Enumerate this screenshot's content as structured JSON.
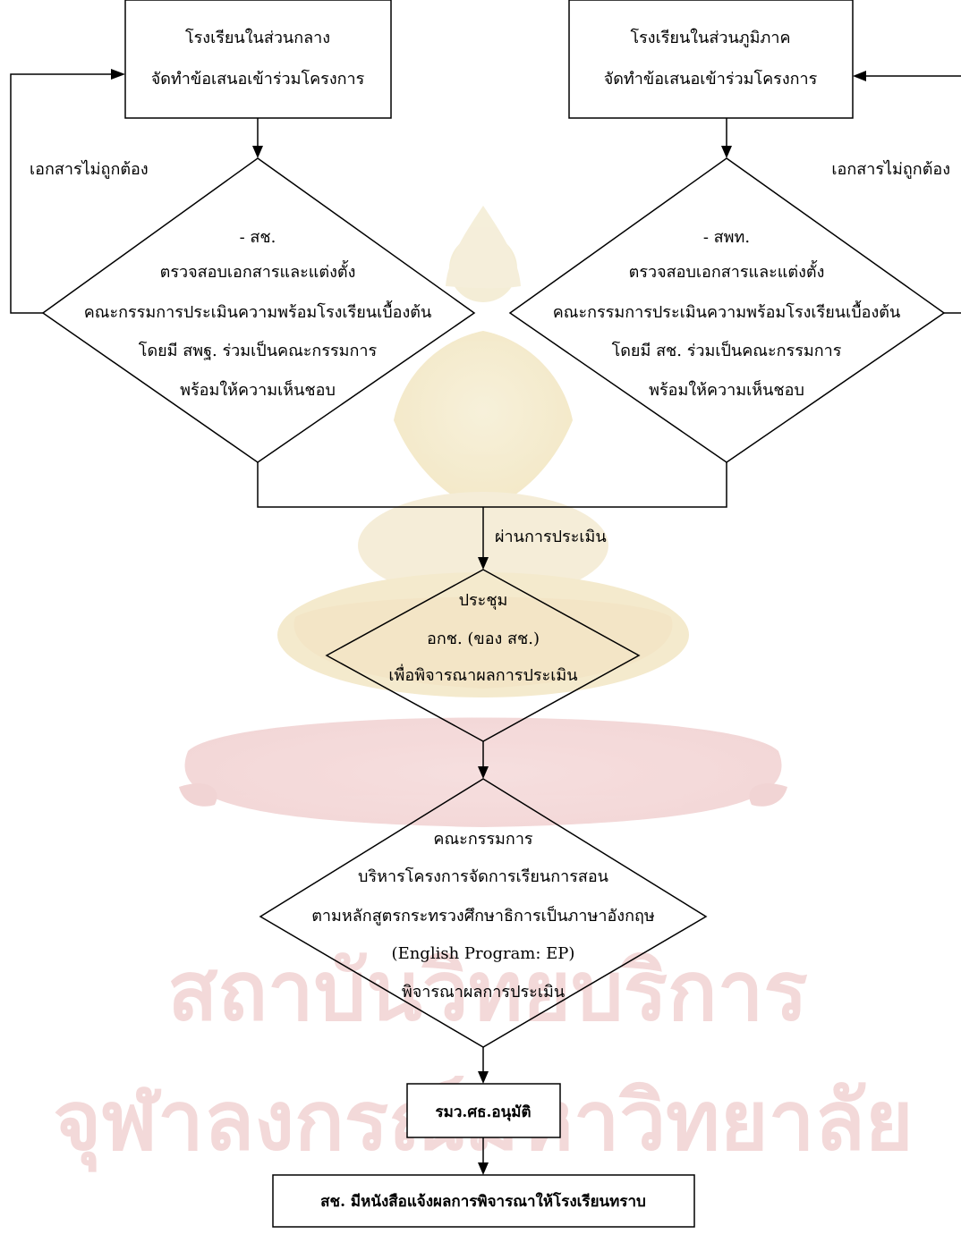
{
  "watermark": {
    "line1": "สถาบันวิทยบริการ",
    "line2": "จุฬาลงกรณ์มหาวิทยาลัย",
    "color": "#f3d9d9",
    "emblem_color": "#f2ead0"
  },
  "nodes": {
    "central_school": {
      "line1": "โรงเรียนในส่วนกลาง",
      "line2": "จัดทำข้อเสนอเข้าร่วมโครงการ"
    },
    "regional_school": {
      "line1": "โรงเรียนในส่วนภูมิภาค",
      "line2": "จัดทำข้อเสนอเข้าร่วมโครงการ"
    },
    "central_review": {
      "line1": "- สช.",
      "line2": "ตรวจสอบเอกสารและแต่งตั้ง",
      "line3": "คณะกรรมการประเมินความพร้อมโรงเรียนเบื้องต้น",
      "line4": "โดยมี สพฐ. ร่วมเป็นคณะกรรมการ",
      "line5": "พร้อมให้ความเห็นชอบ"
    },
    "regional_review": {
      "line1": "- สพท.",
      "line2": "ตรวจสอบเอกสารและแต่งตั้ง",
      "line3": "คณะกรรมการประเมินความพร้อมโรงเรียนเบื้องต้น",
      "line4": "โดยมี สช. ร่วมเป็นคณะกรรมการ",
      "line5": "พร้อมให้ความเห็นชอบ"
    },
    "meeting": {
      "line1": "ประชุม",
      "line2": "อกช. (ของ สช.)",
      "line3": "เพื่อพิจารณาผลการประเมิน"
    },
    "committee": {
      "line1": "คณะกรรมการ",
      "line2": "บริหารโครงการจัดการเรียนการสอน",
      "line3": "ตามหลักสูตรกระทรวงศึกษาธิการเป็นภาษาอังกฤษ",
      "line4": "(English Program: EP)",
      "line5": "พิจารณาผลการประเมิน"
    },
    "approval": {
      "label": "รมว.ศธ.อนุมัติ"
    },
    "notify": {
      "label": "สช. มีหนังสือแจ้งผลการพิจารณาให้โรงเรียนทราบ"
    }
  },
  "edges": {
    "central_reject": "เอกสารไม่ถูกต้อง",
    "regional_reject": "เอกสารไม่ถูกต้อง",
    "pass": "ผ่านการประเมิน"
  }
}
